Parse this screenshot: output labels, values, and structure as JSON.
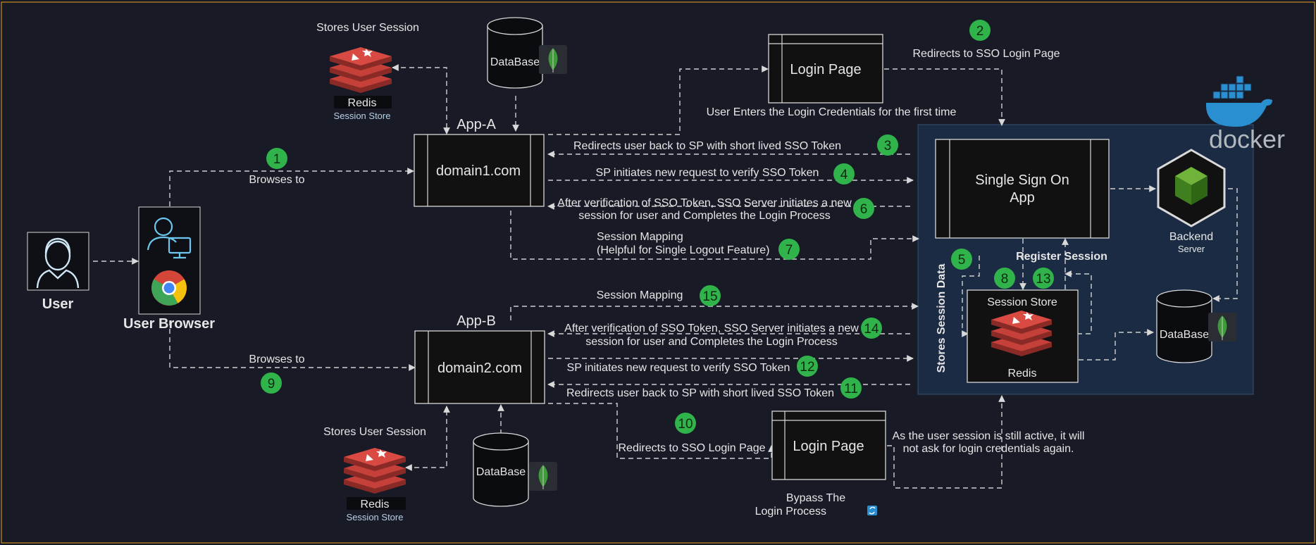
{
  "colors": {
    "background": "#181b26",
    "docker_panel": "#1b2b44",
    "badge": "#2fb34a",
    "redis": "#a83b36",
    "mongo_leaf": "#3f9a3a",
    "docker_blue": "#2a8fd0"
  },
  "actors": {
    "user": "User",
    "browser": "User Browser"
  },
  "app_a": {
    "title": "App-A",
    "domain": "domain1.com",
    "session_label": "Stores User Session",
    "redis_name": "Redis",
    "redis_caption": "Session Store",
    "db_label": "DataBase"
  },
  "app_b": {
    "title": "App-B",
    "domain": "domain2.com",
    "session_label": "Stores User Session",
    "redis_name": "Redis",
    "redis_caption": "Session Store",
    "db_label": "DataBase"
  },
  "login_page_top": "Login Page",
  "login_page_bottom": "Login Page",
  "sso": {
    "title_line1": "Single Sign On",
    "title_line2": "App",
    "register_session": "Register Session",
    "stores_session_data": "Stores Session Data",
    "session_store_title": "Session Store",
    "session_store_redis": "Redis",
    "backend_name": "Backend",
    "backend_caption": "Server",
    "db_label": "DataBase",
    "docker_word": "docker"
  },
  "messages": {
    "browses_to_a": "Browses to",
    "browses_to_b": "Browses to",
    "redirect_sso": "Redirects to SSO Login Page",
    "enter_credentials": "User Enters the Login Credentials for the first time",
    "redirect_back_a": "Redirects user back to SP with short lived SSO Token",
    "verify_a": "SP initiates new request to verify SSO Token",
    "after_verif_a_1": "After verification of SSO Token, SSO Server initiates a new",
    "after_verif_a_2": "session for user and Completes the Login Process",
    "mapping_a_1": "Session Mapping",
    "mapping_a_2": "(Helpful for Single Logout Feature)",
    "mapping_b": "Session Mapping",
    "after_verif_b_1": "After verification of SSO Token, SSO Server initiates a new",
    "after_verif_b_2": "session for user and Completes the Login Process",
    "verify_b": "SP initiates new request to verify SSO Token",
    "redirect_back_b": "Redirects user back to SP with short lived SSO Token",
    "redirect_sso_b": "Redirects to SSO Login Page",
    "still_active_1": "As the user session is still active, it will",
    "still_active_2": "not ask for login credentials again.",
    "bypass_1": "Bypass The",
    "bypass_2": "Login Process"
  },
  "steps": [
    "1",
    "2",
    "3",
    "4",
    "5",
    "6",
    "7",
    "8",
    "9",
    "10",
    "11",
    "12",
    "13",
    "14",
    "15"
  ]
}
